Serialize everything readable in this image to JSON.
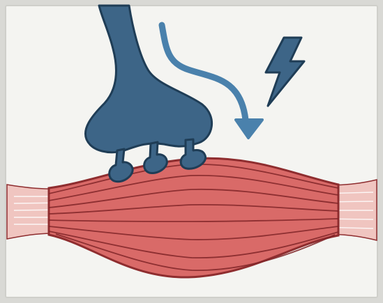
{
  "figure": {
    "subject": "",
    "colors": {
      "background": "#f4f4f1",
      "border": "#cfcfca",
      "neuron_fill": "#3d6587",
      "neuron_stroke": "#1f3d56",
      "muscle_fill": "#d96a68",
      "muscle_stroke": "#8e2d2f",
      "muscle_lines": "#7f2528",
      "tendon_fill": "#f0c5c0",
      "arrow": "#4a81ac",
      "lightning": "#3d6587"
    },
    "icons": [
      "motor-neuron-axon-terminal",
      "signal-arrow-icon",
      "lightning-bolt-icon",
      "skeletal-muscle-fiber",
      "tendon"
    ]
  }
}
